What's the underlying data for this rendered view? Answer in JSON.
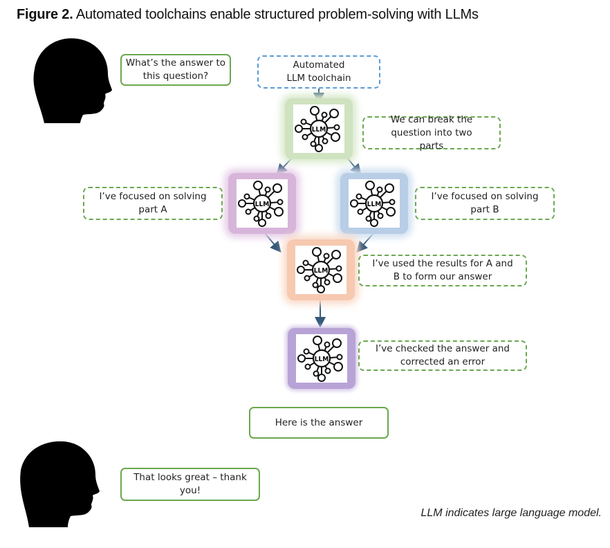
{
  "figure": {
    "label": "Figure 2.",
    "title": "Automated toolchains enable structured problem-solving with LLMs",
    "caption": "LLM indicates large language model."
  },
  "colors": {
    "green": "#6aa84f",
    "blue_dashed": "#5b9bd5",
    "arrow": "#35597a",
    "glow_green": "#b6d7a8",
    "glow_pink": "#c9a0cc",
    "glow_blue": "#a4bedd",
    "glow_orange": "#f2b99a",
    "glow_purple": "#a88fcc"
  },
  "users": {
    "top_question": "What’s the answer to this question?",
    "bottom_reply": "That looks great – thank you!"
  },
  "toolchain": {
    "label": "Automated LLM toolchain",
    "node_text": "LLM",
    "steps": [
      {
        "id": "split",
        "message": "We can break the question into two parts"
      },
      {
        "id": "part-a",
        "message": "I’ve focused on solving part A"
      },
      {
        "id": "part-b",
        "message": "I’ve focused on solving part B"
      },
      {
        "id": "combine",
        "message": "I’ve used the results for A and B to form our answer"
      },
      {
        "id": "check",
        "message": "I’ve checked the answer and corrected an error"
      }
    ],
    "answer": "Here is the answer"
  }
}
